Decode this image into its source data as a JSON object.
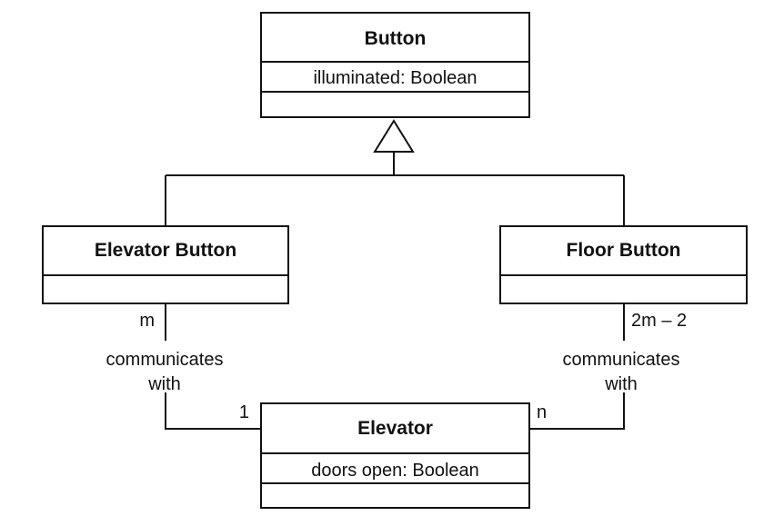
{
  "classes": {
    "button": {
      "name": "Button",
      "attribute": "illuminated: Boolean"
    },
    "elevator_button": {
      "name": "Elevator Button"
    },
    "floor_button": {
      "name": "Floor Button"
    },
    "elevator": {
      "name": "Elevator",
      "attribute": "doors open: Boolean"
    }
  },
  "associations": {
    "elevator_button_to_elevator": {
      "label_line1": "communicates",
      "label_line2": "with",
      "multiplicity_button_end": "m",
      "multiplicity_elevator_end": "1"
    },
    "floor_button_to_elevator": {
      "label_line1": "communicates",
      "label_line2": "with",
      "multiplicity_button_end": "2m – 2",
      "multiplicity_elevator_end": "n"
    }
  },
  "generalization": {
    "parent": "Button",
    "children": [
      "Elevator Button",
      "Floor Button"
    ]
  }
}
